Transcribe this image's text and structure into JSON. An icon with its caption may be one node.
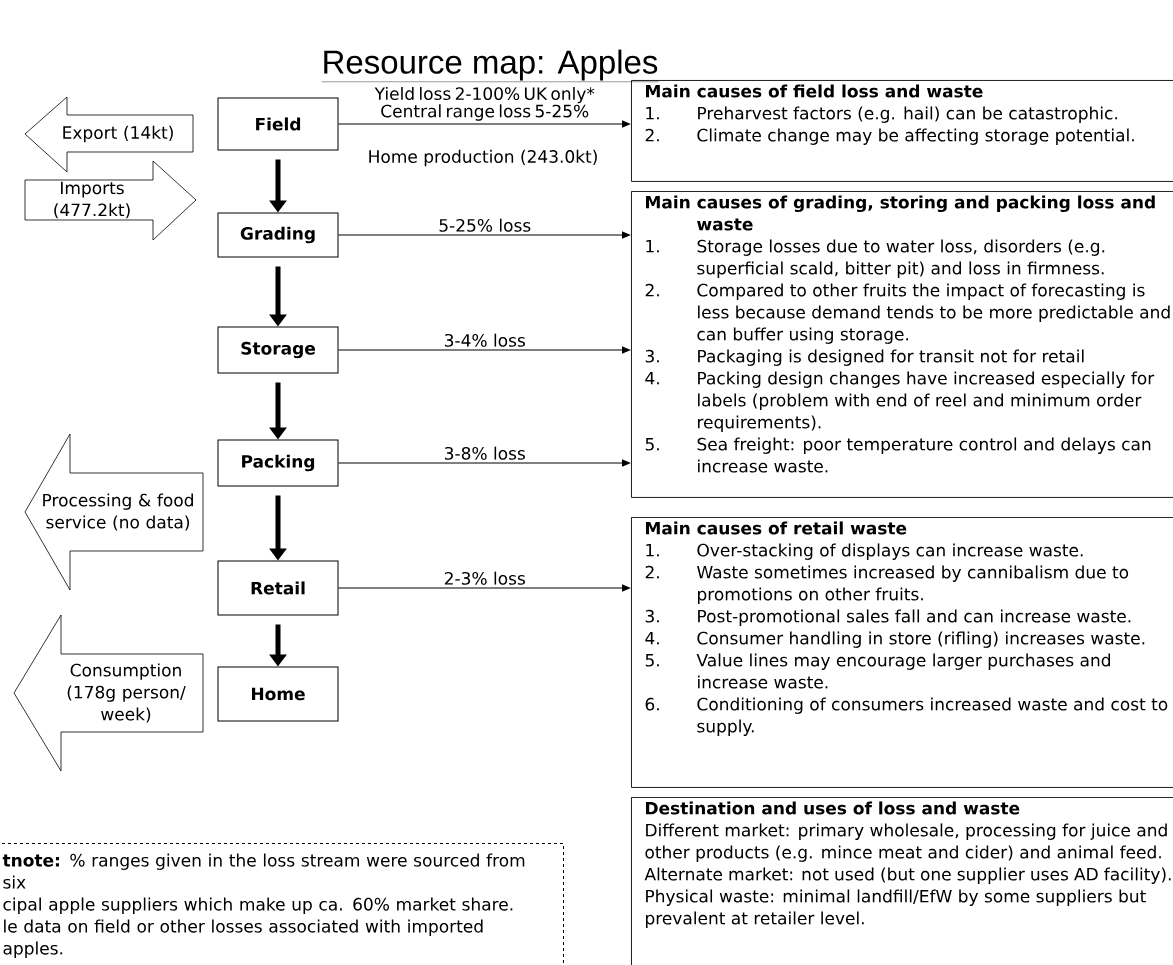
{
  "diagram": {
    "title": "Resource map: Apples",
    "nodes": [
      {
        "text": [
          "Field"
        ]
      },
      {
        "text": [
          "Grading"
        ]
      },
      {
        "text": [
          "Storage"
        ]
      },
      {
        "text": [
          "Packing"
        ]
      },
      {
        "text": [
          "Retail"
        ]
      },
      {
        "text": [
          "Home"
        ]
      },
      {
        "text": [
          "Export (14kt)"
        ]
      },
      {
        "text": [
          "Imports (477.2kt)"
        ]
      },
      {
        "text": [
          "Processing & food service (no data)"
        ]
      },
      {
        "text": [
          "Consumption (178g person/ week)"
        ]
      },
      {
        "text": [
          "Main causes of field loss and waste",
          "1.",
          "Preharvest factors (e.g. hail) can be catastrophic.",
          "2.",
          "Climate change may be affecting storage potential."
        ]
      },
      {
        "text": [
          "Main causes of grading, storing and packing loss and waste",
          "1.",
          "Storage losses due to water loss, disorders (e.g. superficial scald, bitter pit) and loss in firmness.",
          "2.",
          "Compared to other fruits the impact of forecasting is less because demand tends to be more predictable and can buffer using storage.",
          "3.",
          "Packaging is designed for transit not for retail",
          "4.",
          "Packing design changes have increased especially for labels (problem with end of reel and minimum order requirements).",
          "5.",
          "Sea freight: poor temperature control and delays can increase waste."
        ]
      },
      {
        "text": [
          "Main causes of retail waste",
          "1.",
          "Over-stacking of displays can increase waste.",
          "2.",
          "Waste sometimes increased by cannibalism due to promotions on other fruits.",
          "3.",
          "Post-promotional sales fall and can increase waste.",
          "4.",
          "Consumer handling in store (rifling) increases waste.",
          "5.",
          "Value lines may encourage larger purchases and increase waste.",
          "6.",
          "Conditioning of consumers increased waste and cost to supply."
        ]
      },
      {
        "text": [
          "Destination and uses of loss and waste",
          "Different market: primary wholesale, processing for juice and other products (e.g. mince meat and cider) and animal feed.",
          "Alternate market: not used (but one supplier uses AD facility).",
          "Physical waste: minimal landfill/EfW by some suppliers but prevalent at retailer level."
        ]
      },
      {
        "text": [
          "**tnote:** % ranges given in the loss stream were sourced from six",
          "cipal apple suppliers which make up ca. 60% market share.",
          "le data on field or other losses associated with imported apples."
        ]
      }
    ],
    "edges": [
      {
        "from": 0,
        "to": 1,
        "arrow": "to",
        "style": "thick"
      },
      {
        "from": 1,
        "to": 2,
        "arrow": "to",
        "style": "thick"
      },
      {
        "from": 2,
        "to": 3,
        "arrow": "to",
        "style": "thick"
      },
      {
        "from": 3,
        "to": 4,
        "arrow": "to",
        "style": "thick"
      },
      {
        "from": 4,
        "to": 5,
        "arrow": "to",
        "style": "thick"
      },
      {
        "from": 0,
        "to": 10,
        "arrow": "to",
        "label": "Yield loss 2-100% UK only* Central range loss 5-25%"
      },
      {
        "from": 1,
        "to": 11,
        "arrow": "to",
        "label": "5-25% loss"
      },
      {
        "from": 2,
        "to": 11,
        "arrow": "to",
        "label": "3-4% loss"
      },
      {
        "from": 3,
        "to": 11,
        "arrow": "to",
        "label": "3-8% loss"
      },
      {
        "from": 4,
        "to": 12,
        "arrow": "to",
        "label": "2-3% loss"
      }
    ],
    "labels": [
      "Home production (243.0kt)"
    ]
  }
}
